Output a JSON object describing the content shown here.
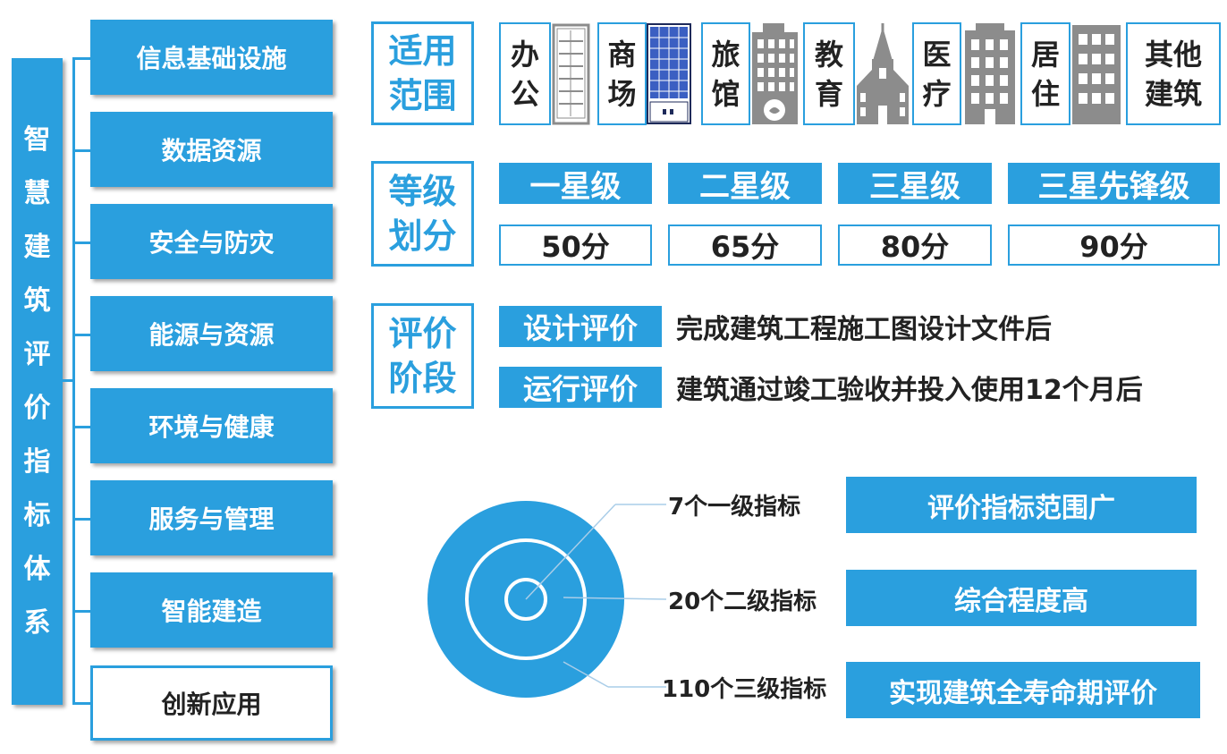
{
  "system_title": [
    "智",
    "慧",
    "建",
    "筑",
    "评",
    "价",
    "指",
    "标",
    "体",
    "系"
  ],
  "categories": [
    "信息基础设施",
    "数据资源",
    "安全与防灾",
    "能源与资源",
    "环境与健康",
    "服务与管理",
    "智能建造",
    "创新应用"
  ],
  "scope": {
    "label": [
      "适用",
      "范围"
    ],
    "types": [
      {
        "lines": [
          "办",
          "公"
        ],
        "icon": "office-tower-icon"
      },
      {
        "lines": [
          "商",
          "场"
        ],
        "icon": "glass-building-icon"
      },
      {
        "lines": [
          "旅",
          "馆"
        ],
        "icon": "hotel-icon"
      },
      {
        "lines": [
          "教",
          "育"
        ],
        "icon": "school-icon"
      },
      {
        "lines": [
          "医",
          "疗"
        ],
        "icon": "hospital-icon"
      },
      {
        "lines": [
          "居",
          "住"
        ],
        "icon": "residential-icon"
      },
      {
        "lines": [
          "其他",
          "建筑"
        ],
        "icon": ""
      }
    ]
  },
  "grading": {
    "label": [
      "等级",
      "划分"
    ],
    "levels": [
      {
        "name": "一星级",
        "score": "50分"
      },
      {
        "name": "二星级",
        "score": "65分"
      },
      {
        "name": "三星级",
        "score": "80分"
      },
      {
        "name": "三星先锋级",
        "score": "90分"
      }
    ]
  },
  "stages": {
    "label": [
      "评价",
      "阶段"
    ],
    "items": [
      {
        "name": "设计评价",
        "desc": "完成建筑工程施工图设计文件后"
      },
      {
        "name": "运行评价",
        "desc": "建筑通过竣工验收并投入使用12个月后"
      }
    ]
  },
  "indicators": [
    {
      "level": "7个一级指标",
      "feature": "评价指标范围广"
    },
    {
      "level": "20个二级指标",
      "feature": "综合程度高"
    },
    {
      "level": "110个三级指标",
      "feature": "实现建筑全寿命期评价"
    }
  ],
  "colors": {
    "accent": "#2a9fde",
    "building_gray": "#8c8c8c",
    "glass_blue": "#3b5fc2"
  }
}
